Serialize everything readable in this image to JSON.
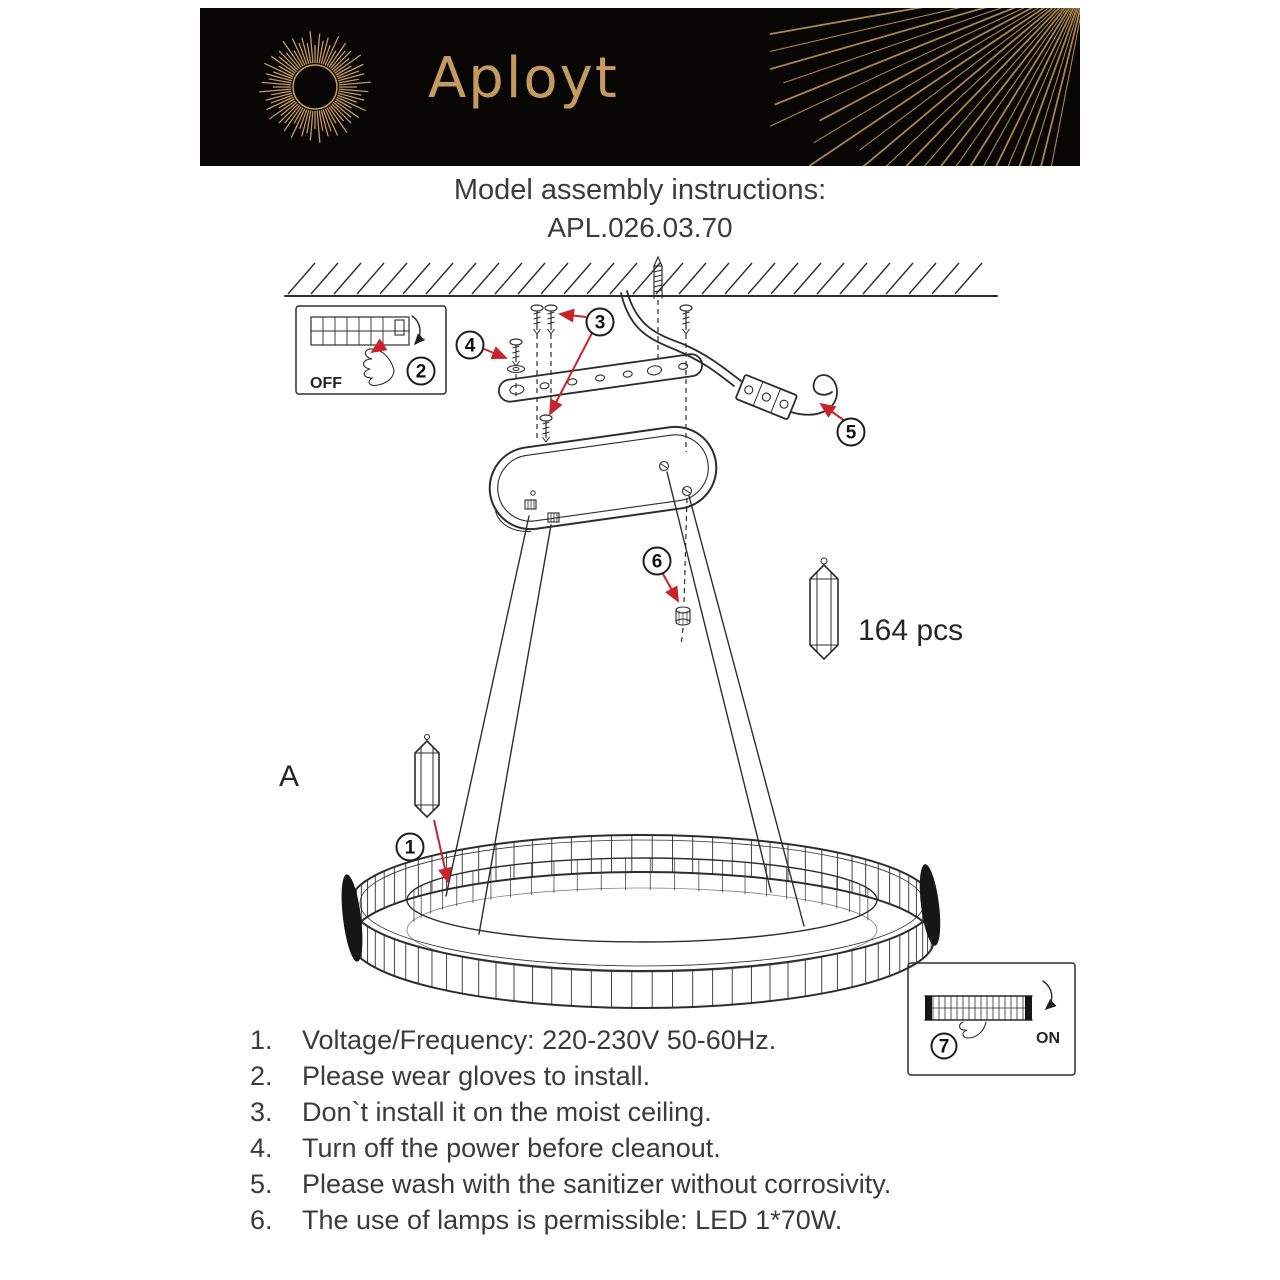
{
  "colors": {
    "accent_red": "#c9242b",
    "brand_gold": "#c59a5f"
  },
  "header": {
    "brand": "Aployt"
  },
  "title": {
    "line1": "Model assembly instructions:",
    "line2": "APL.026.03.70"
  },
  "diagram": {
    "callouts": {
      "c1": "1",
      "c2": "2",
      "c3": "3",
      "c4": "4",
      "c5": "5",
      "c6": "6",
      "c7": "7"
    },
    "labels": {
      "off": "OFF",
      "on": "ON",
      "crystal_count": "164 pcs",
      "crystal_letter": "A"
    }
  },
  "instructions": {
    "items": [
      {
        "num": "1.",
        "text": "Voltage/Frequency: 220-230V 50-60Hz."
      },
      {
        "num": "2.",
        "text": "Please wear gloves to install."
      },
      {
        "num": "3.",
        "text": "Don`t install it on the moist ceiling."
      },
      {
        "num": "4.",
        "text": "Turn off the power before cleanout."
      },
      {
        "num": "5.",
        "text": "Please wash with the sanitizer without corrosivity."
      },
      {
        "num": "6.",
        "text": "The use of lamps is permissible: LED 1*70W."
      }
    ]
  }
}
